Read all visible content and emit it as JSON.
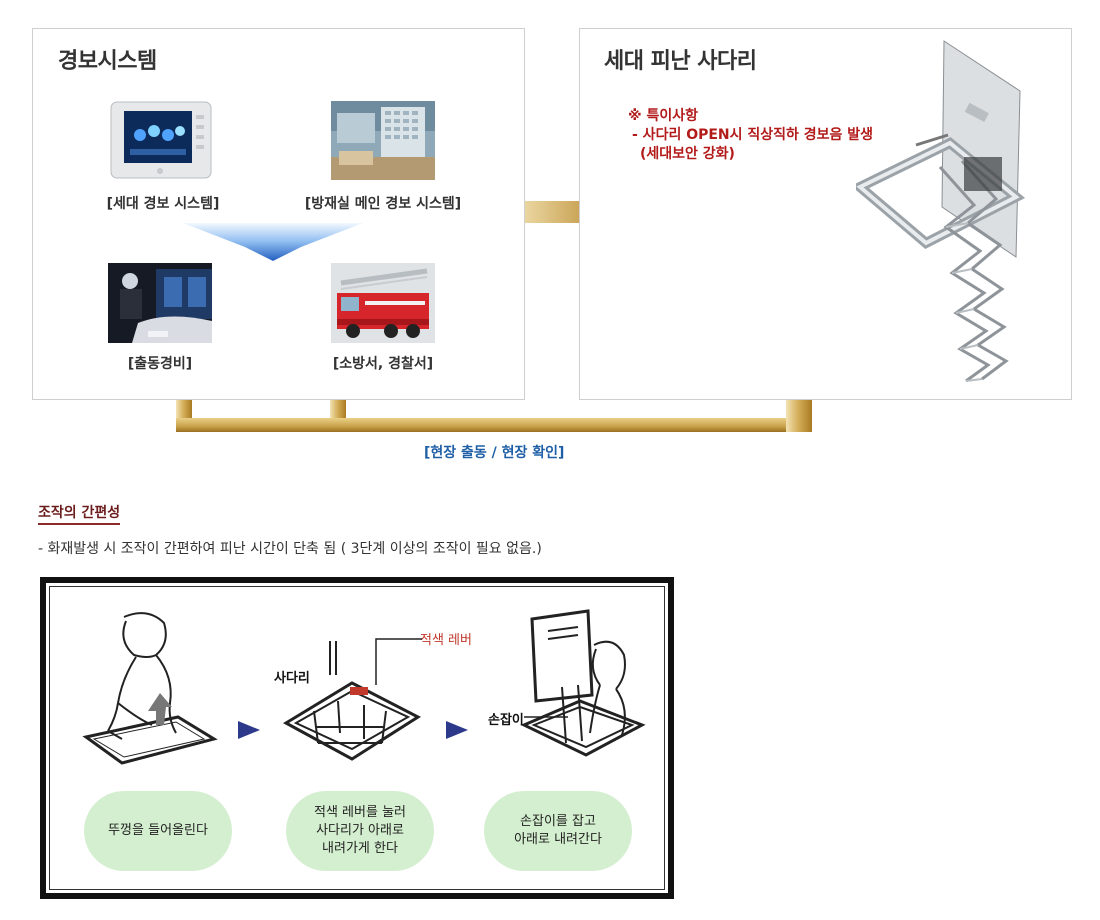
{
  "alarm_panel": {
    "title": "경보시스템",
    "items": [
      {
        "caption": "[세대 경보 시스템]"
      },
      {
        "caption": "[방재실 메인 경보 시스템]"
      },
      {
        "caption": "[출동경비]"
      },
      {
        "caption": "[소방서, 경찰서]"
      }
    ]
  },
  "ladder_panel": {
    "title": "세대 피난 사다리",
    "special_lines": [
      "※ 특이사항",
      "- 사다리 OPEN시 직상직하 경보음 발생",
      "(세대보안 강화)"
    ]
  },
  "flow_label": "[현장 출동 / 현장 확인]",
  "ease_section": {
    "title": "조작의 간편성",
    "description": "- 화재발생 시 조작이 간편하여 피난 시간이 단축 됨 ( 3단계 이상의 조작이 필요 없음.)"
  },
  "steps": {
    "labels": {
      "ladder": "사다리",
      "red_lever": "적색 레버",
      "handle": "손잡이"
    },
    "bubbles": [
      "뚜껑을 들어올린다",
      "적색 레버를 눌러\n사다리가 아래로\n내려가게 한다",
      "손잡이를 잡고\n아래로 내려간다"
    ]
  },
  "colors": {
    "arrow_gold": "#c9a24a",
    "special_red": "#b31b1b",
    "flow_blue": "#1f5fa6",
    "bubble_green": "#d4efcf"
  }
}
